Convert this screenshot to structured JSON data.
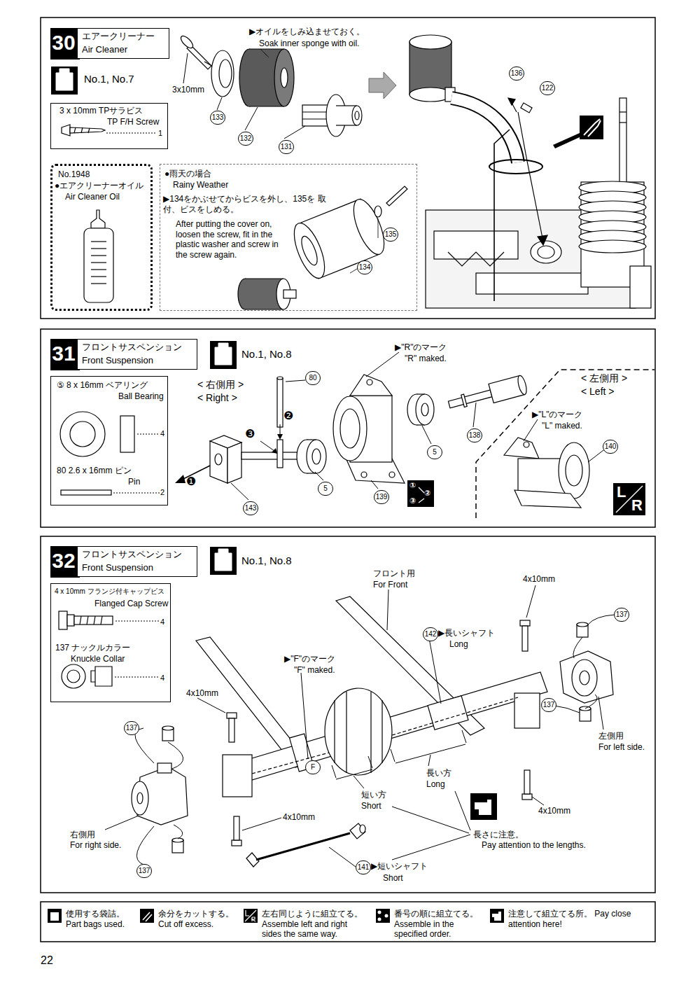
{
  "diagram": {
    "nodes": [
      {
        "text": [
          "30"
        ]
      },
      {
        "text": [
          "エアークリーナー",
          "Air Cleaner"
        ]
      },
      {
        "text": [
          "3 x 10mm TPサラビス",
          "TP F/H Screw",
          "1"
        ]
      },
      {
        "text": [
          "No.1948",
          "●エアクリーナーオイル",
          "Air Cleaner Oil"
        ]
      },
      {
        "text": [
          "●雨天の場合",
          "Rainy Weather",
          "▶134をかぶせてからビスを外し、135を 取付、ビスをしめる。",
          "After putting the cover on, loosen the screw, fit in the plastic washer and screw in the screw again."
        ]
      },
      {
        "text": [
          "31"
        ]
      },
      {
        "text": [
          "フロントサスペンション",
          "Front Suspension"
        ]
      },
      {
        "text": [
          "⑤ 8 x 16mm ベアリング",
          "Ball Bearing",
          "4",
          "80 2.6 x 16mm ピン",
          "Pin",
          "2"
        ]
      },
      {
        "text": [
          "32"
        ]
      },
      {
        "text": [
          "フロントサスペンション",
          "Front Suspension"
        ]
      },
      {
        "text": [
          "4 x 10mm フランジ付キャップビス",
          "Flanged Cap Screw",
          "4",
          "137 ナックルカラー",
          "Knuckle Collar",
          "4"
        ]
      }
    ],
    "labels": [
      "No.1, No.7",
      "3x10mm",
      "133",
      "▶オイルをしみ込ませておく。",
      "Soak inner sponge with oil.",
      "132",
      "131",
      "136",
      "122",
      "134",
      "135",
      "No.1, No.8",
      "< 右側用 >",
      "< Right >",
      "80",
      "❷",
      "❸",
      "❶",
      "▶\"R\"のマーク",
      "\"R\" maked.",
      "5",
      "139",
      "143",
      "138",
      "5",
      "< 左側用 >",
      "< Left >",
      "▶\"L\"のマーク",
      "\"L\" maked.",
      "140",
      "①",
      "②",
      "③",
      "L",
      "R",
      "No.1, No.8",
      "フロント用",
      "For Front",
      "4x10mm",
      "137",
      "142",
      "▶長いシャフト",
      "Long",
      "▶\"F\"のマーク",
      "\"F\" maked.",
      "4x10mm",
      "137",
      "137",
      "F",
      "長い方",
      "Long",
      "短い方",
      "Short",
      "左側用",
      "For left side.",
      "4x10mm",
      "4x10mm",
      "右側用",
      "For right side.",
      "長さに注意。",
      "Pay attention to the lengths.",
      "137",
      "141",
      "▶短いシャフト",
      "Short",
      "22"
    ],
    "legend": [
      {
        "text": "使用する袋詰。 Part bags used."
      },
      {
        "text": "余分をカットする。 Cut off excess."
      },
      {
        "text": "左右同じように組立てる。 Assemble left and right sides the same way."
      },
      {
        "text": "番号の順に組立てる。 Assemble in the specified order."
      },
      {
        "text": "注意して組立てる所。 Pay close attention here!"
      }
    ]
  }
}
